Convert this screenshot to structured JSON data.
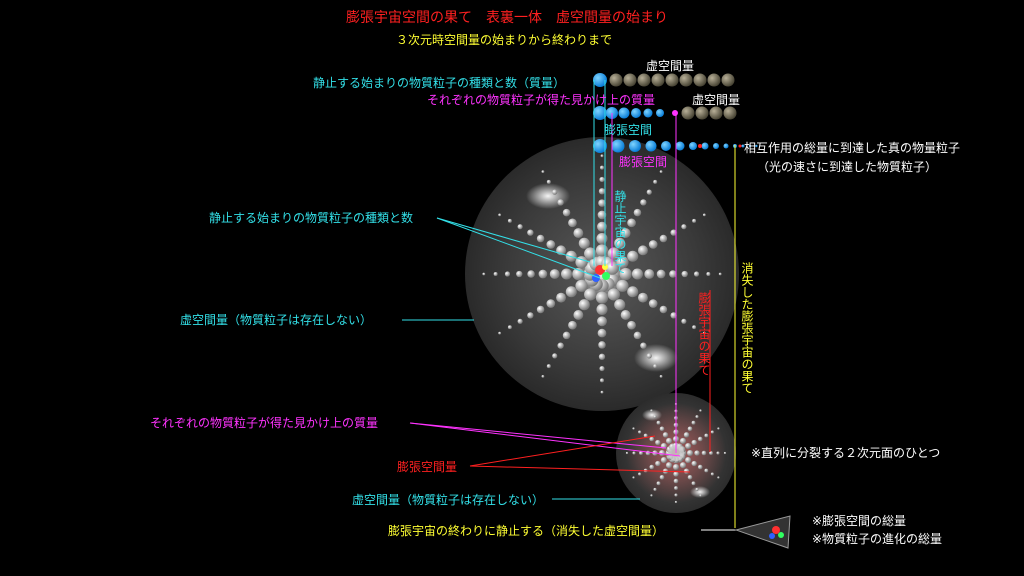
{
  "header": {
    "title": "膨張宇宙空間の果て　表裏一体　虚空間量の始まり",
    "subtitle": "３次元時空間量の始まりから終わりまで"
  },
  "rows": {
    "void_label_1": "虚空間量",
    "void_label_2": "虚空間量",
    "expand_label_1": "膨張空間",
    "expand_label_2": "膨張空間"
  },
  "labels": {
    "rest_start_particles_mass": "静止する始まりの物質粒子の種類と数（質量）",
    "apparent_mass_top": "それぞれの物質粒子が得た見かけ上の質量",
    "true_particles_line1": "相互作用の総量に到達した真の物量粒子",
    "true_particles_line2": "（光の速さに到達した物質粒子）",
    "rest_start_particles": "静止する始まりの物質粒子の種類と数",
    "void_no_particles_1": "虚空間量（物質粒子は存在しない）",
    "apparent_mass_bottom": "それぞれの物質粒子が得た見かけ上の質量",
    "expansion_space_amount": "膨張空間量",
    "void_no_particles_2": "虚空間量（物質粒子は存在しない）",
    "end_rest": "膨張宇宙の終わりに静止する（消失した虚空間量）",
    "split_note": "※直列に分裂する２次元面のひとつ",
    "total_expansion": "※膨張空間の総量",
    "total_evolution": "※物質粒子の進化の総量"
  },
  "vertical_labels": {
    "edge_static": "静止宇宙の果て",
    "edge_expanding": "膨張宇宙の果て",
    "vanished_edge": "消失した膨張宇宙の果て"
  },
  "colors": {
    "red": "#ff2020",
    "yellow": "#ffff33",
    "cyan": "#33e0e8",
    "magenta": "#ff33ff",
    "blue_particle": "#1aa8ff"
  }
}
